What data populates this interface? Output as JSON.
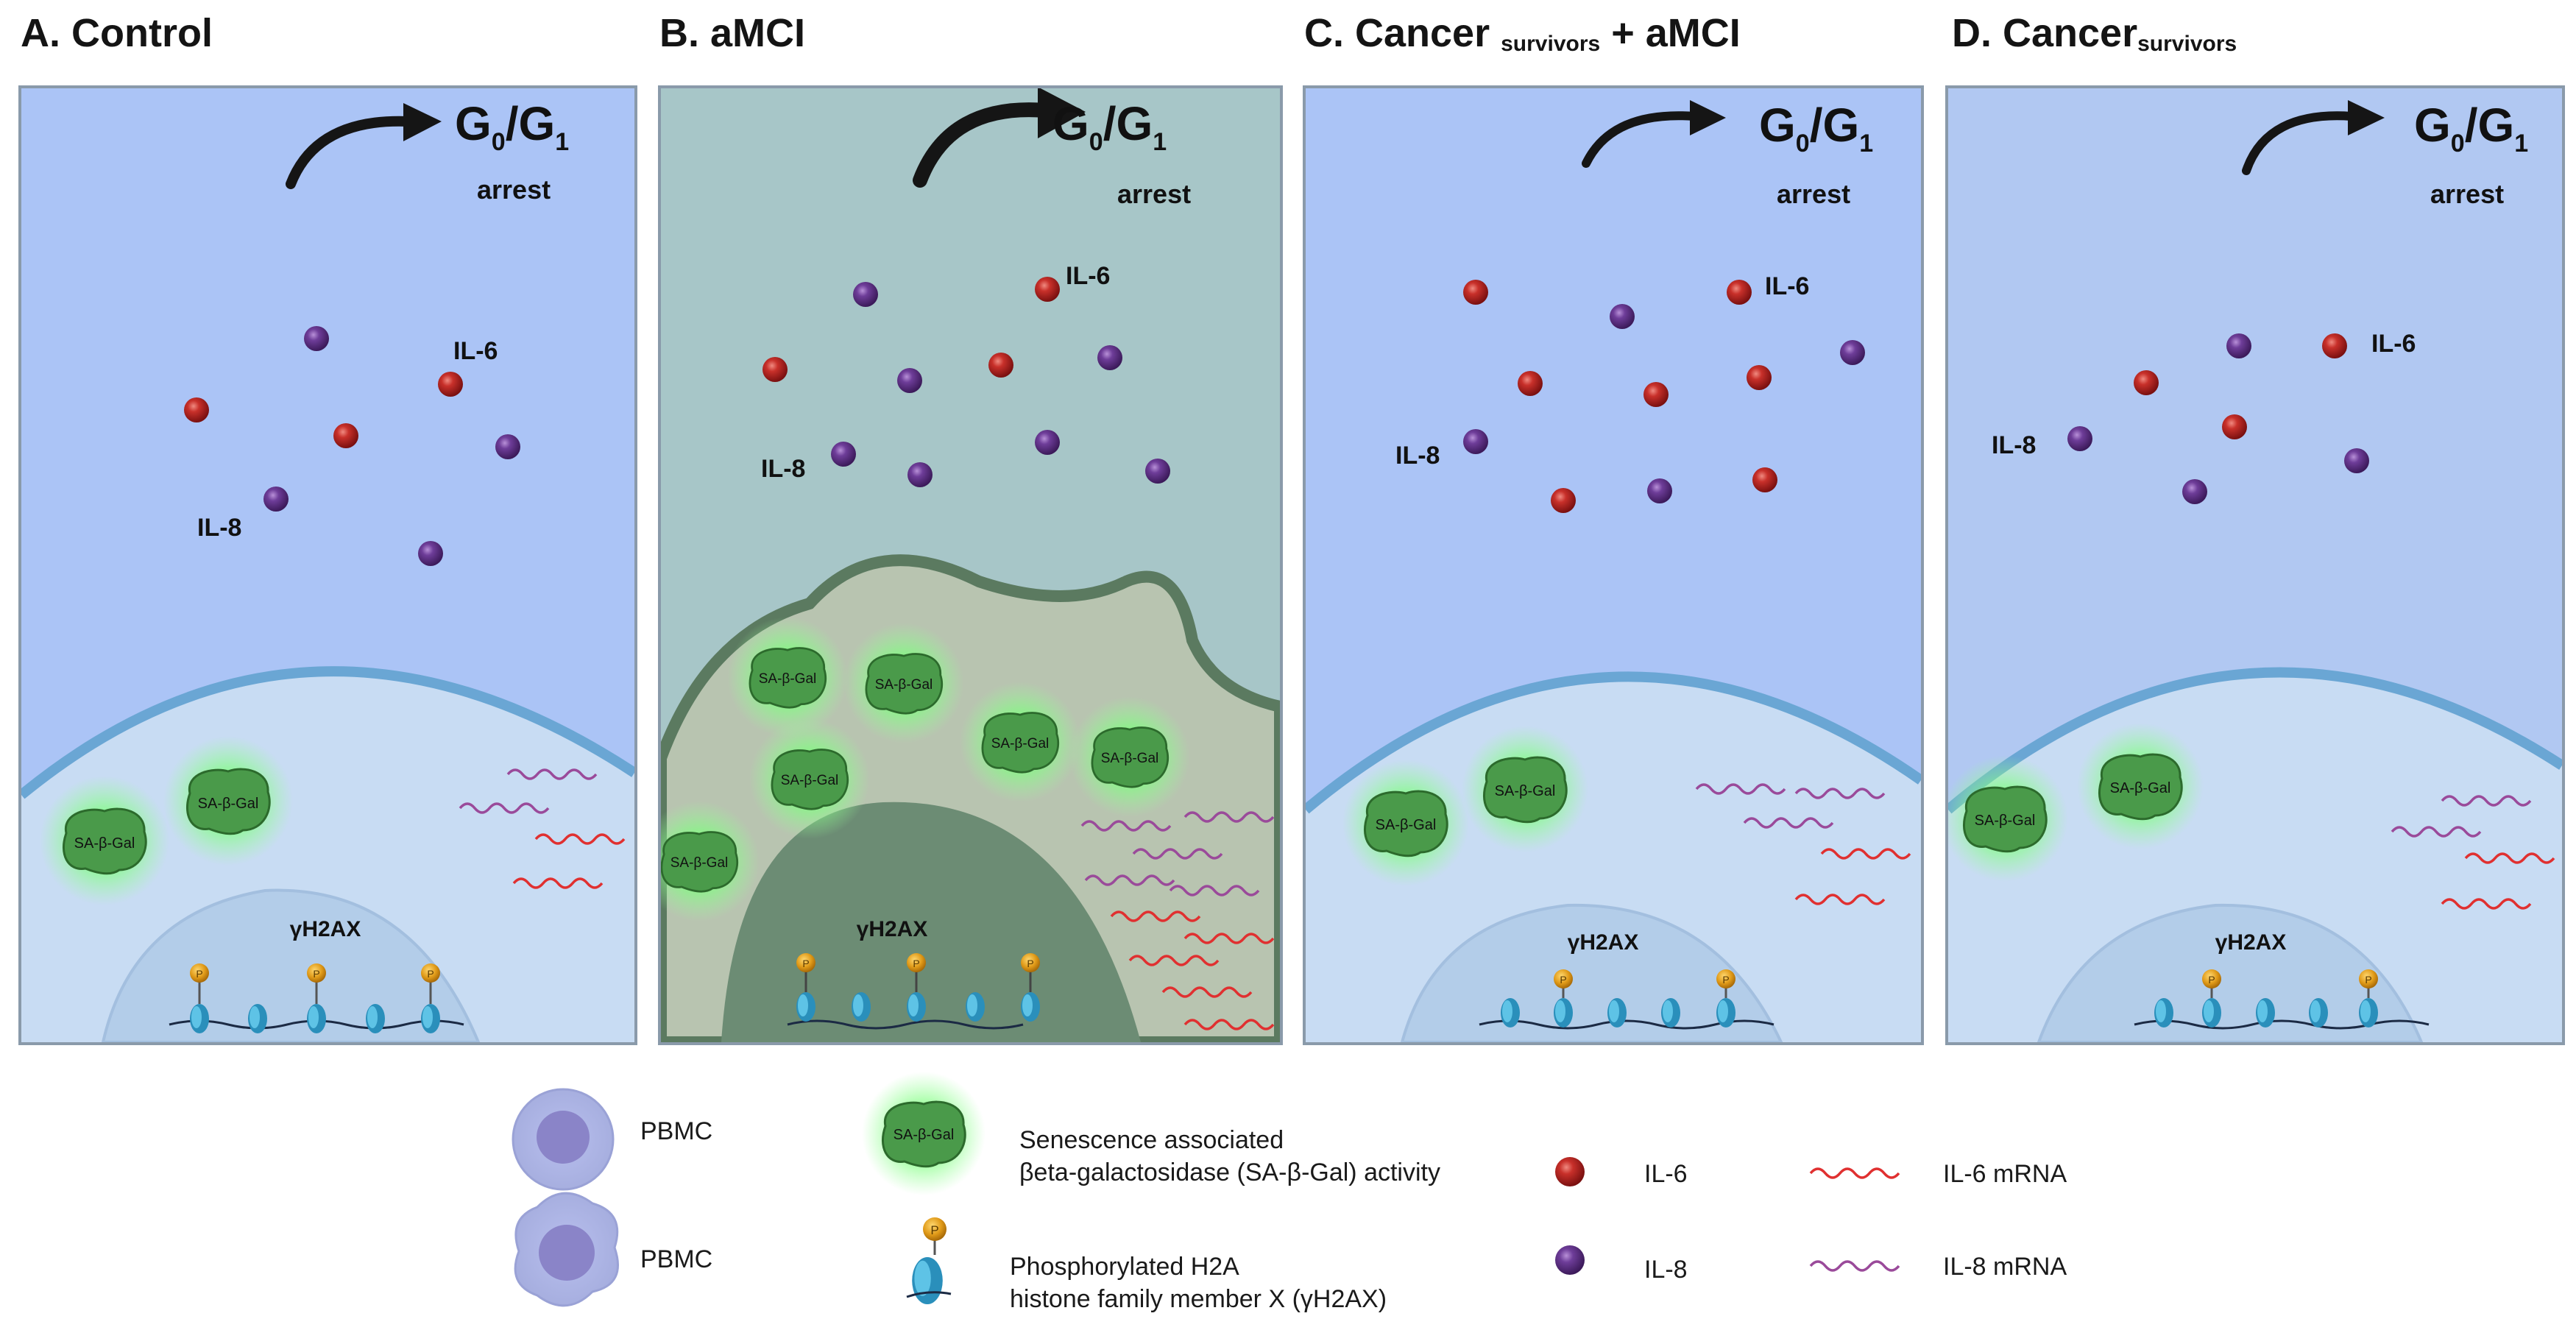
{
  "panels": [
    {
      "title_main": "A. Control",
      "title_sub": "",
      "title_tail": ""
    },
    {
      "title_main": "B. aMCI",
      "title_sub": "",
      "title_tail": ""
    },
    {
      "title_main": "C. Cancer ",
      "title_sub": "survivors",
      "title_tail": " + aMCI"
    },
    {
      "title_main": "D. Cancer",
      "title_sub": "survivors",
      "title_tail": ""
    }
  ],
  "cell_labels": {
    "g": "G",
    "g0_sub": "0",
    "slash": "/",
    "g1_sub": "1",
    "arrest": "arrest",
    "il6": "IL-6",
    "il8": "IL-8",
    "sa_beta_gal": "SA-β-Gal",
    "h2ax": "γH2AX",
    "phospho": "P"
  },
  "legend": {
    "pbmc_round": "PBMC",
    "pbmc_irregular": "PBMC",
    "sa_gal_line1": "Senescence associated",
    "sa_gal_line2": "βeta-galactosidase (SA-β-Gal) activity",
    "h2ax_line1": "Phosphorylated H2A",
    "h2ax_line2": "histone family member X (γH2AX)",
    "il6": "IL-6",
    "il8": "IL-8",
    "il6_mrna": "IL-6 mRNA",
    "il8_mrna": "IL-8 mRNA"
  },
  "colors": {
    "panel_bg": "#aac4f5",
    "amci_bg": "#a8c8c8",
    "cell_body": "#c6dbf2",
    "nucleus": "#b6d0ea",
    "membrane": "#6fa9d6",
    "il6_red": "#b8231f",
    "il8_purple": "#6a3a93",
    "il6_mrna": "#e03030",
    "il8_mrna": "#9a4a9a",
    "sa_gal_green": "#4a9a4a",
    "histone_blue": "#2f9ec4",
    "phospho_orange": "#e8a020"
  }
}
